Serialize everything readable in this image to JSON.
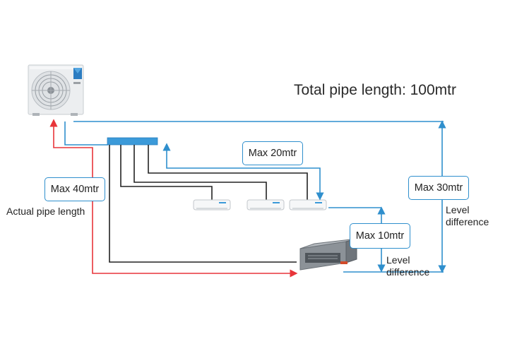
{
  "title": "Total pipe length: 100mtr",
  "callouts": {
    "max_40": "Max 40mtr",
    "max_20": "Max 20mtr",
    "max_30": "Max 30mtr",
    "max_10": "Max 10mtr"
  },
  "notes": {
    "actual_pipe_length": "Actual pipe length",
    "level_diff_30_line1": "Level",
    "level_diff_30_line2": "difference",
    "level_diff_10_line1": "Level",
    "level_diff_10_line2": "difference"
  },
  "colors": {
    "pipe_main": "#2f8fcd",
    "distributor": "#3b9ad9",
    "actual_length_arrow": "#e8353a",
    "branch_lines": "#222222"
  },
  "icons": [
    "outdoor-unit-icon",
    "wall-indoor-unit-icon",
    "ducted-indoor-unit-icon",
    "refrigerant-distributor-icon"
  ]
}
